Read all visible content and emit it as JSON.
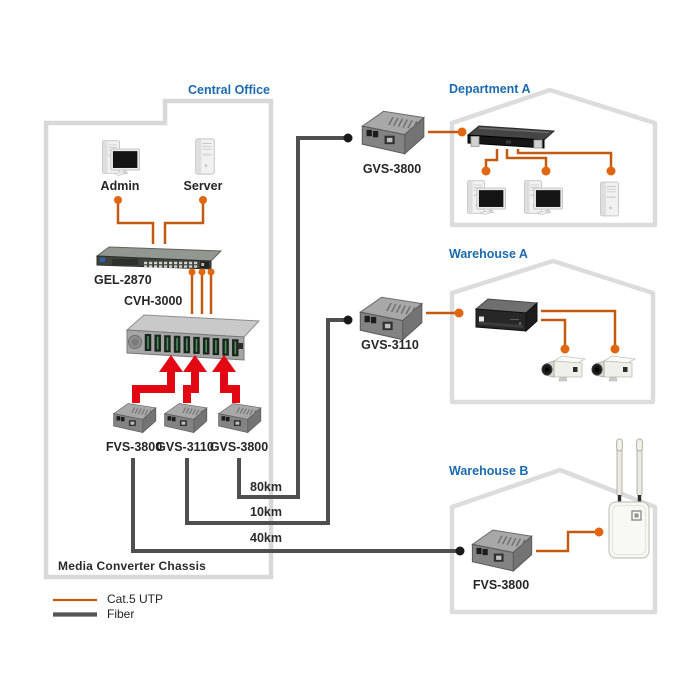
{
  "sections": {
    "central_office": {
      "title": "Central Office",
      "devices": {
        "admin": "Admin",
        "server": "Server",
        "switch": "GEL-2870",
        "chassis": "CVH-3000",
        "converter_fvs": "FVS-3800",
        "converter_gvs3110": "GVS-3110",
        "converter_gvs3800": "GVS-3800"
      },
      "note": "Media Converter Chassis"
    },
    "department_a": {
      "title": "Department A",
      "converter": "GVS-3800"
    },
    "warehouse_a": {
      "title": "Warehouse A",
      "converter": "GVS-3110"
    },
    "warehouse_b": {
      "title": "Warehouse B",
      "converter": "FVS-3800"
    }
  },
  "links": {
    "fiber_80km": "80km",
    "fiber_10km": "10km",
    "fiber_40km": "40km"
  },
  "legend": {
    "cat5_label": "Cat.5 UTP",
    "fiber_label": "Fiber"
  },
  "colors": {
    "cat5_utp_orange": "#c35a11",
    "connector_dot_orange": "#e0660f",
    "fiber_gray": "#4f4f4f",
    "connector_dot_black": "#1a1a1a",
    "section_title_blue": "#1c6bb0",
    "arrow_red": "#e30613",
    "outline_gray": "#d9d9d9"
  }
}
